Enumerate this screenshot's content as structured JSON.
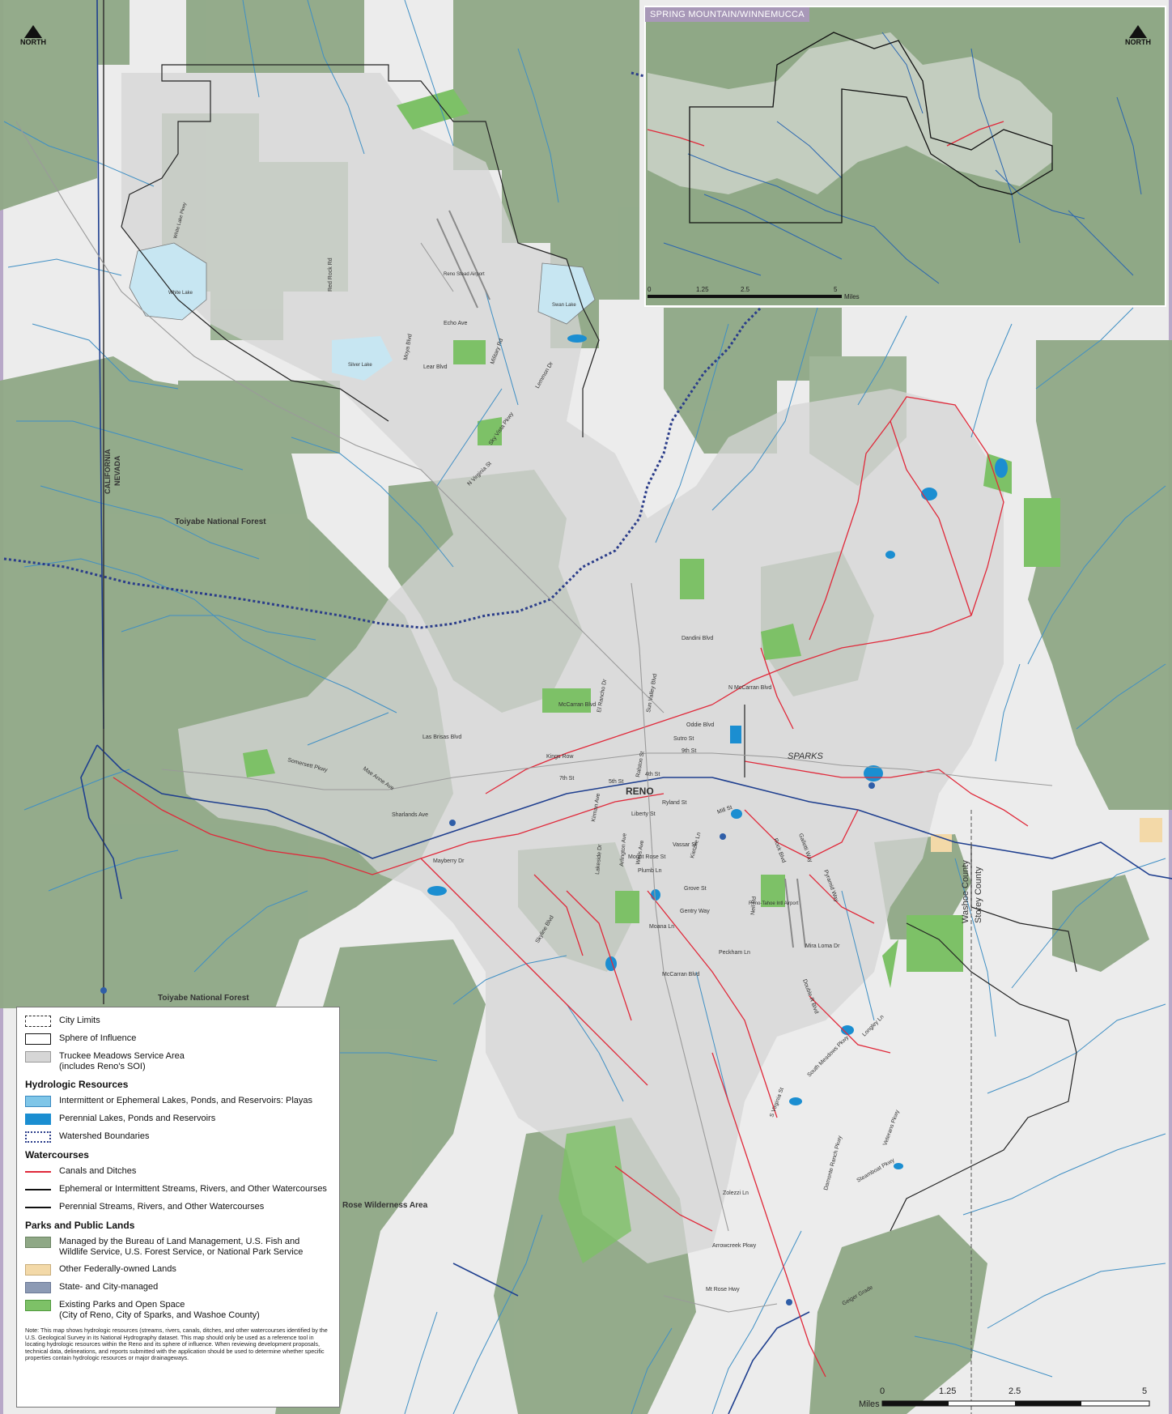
{
  "colors": {
    "background": "#ececec",
    "federal_lands": "#8fa886",
    "parks": "#7dc167",
    "service_area": "#d4d4d4",
    "intermittent_lakes": "#c7e6f2",
    "perennial_lakes": "#1b8ed1",
    "canals": "#e0293a",
    "ephemeral_streams": "#3f8fc4",
    "perennial_streams": "#1f3f8f",
    "watershed": "#2b3d8a",
    "other_federal": "#f3d9a8",
    "state_city": "#8c9ab4",
    "inset_title_bg": "#a898b8"
  },
  "inset": {
    "title": "SPRING MOUNTAIN/WINNEMUCCA",
    "north_label": "NORTH",
    "scale_labels": [
      "0",
      "1.25",
      "2.5",
      "5",
      "Miles"
    ]
  },
  "main_map": {
    "north_label": "NORTH",
    "scale_labels": [
      "0",
      "1.25",
      "2.5",
      "5"
    ],
    "scale_unit": "Miles"
  },
  "place_labels": {
    "reno": "RENO",
    "sparks": "SPARKS",
    "toiyabe_1": "Toiyabe National Forest",
    "toiyabe_2": "Toiyabe National Forest",
    "rose_wilderness": "Rose Wilderness Area",
    "washoe_county": "Washoe County",
    "storey_county": "Storey County",
    "california": "CALIFORNIA",
    "nevada": "NEVADA",
    "white_lake": "White Lake",
    "silver_lake": "Silver Lake",
    "swan_lake": "Swan Lake",
    "reno_stead_airport": "Reno Stead Airport",
    "reno_tahoe_airport": "Reno-Tahoe Intl Airport"
  },
  "road_labels": {
    "red_rock_rd": "Red Rock Rd",
    "echo_ave": "Echo Ave",
    "lear_blvd": "Lear Blvd",
    "moya_blvd": "Moya Blvd",
    "military_rd": "Military Rd",
    "lemmon_dr": "Lemmon Dr",
    "n_virginia_st": "N Virginia St",
    "sky_vista_pkwy": "Sky Vista Pkwy",
    "white_lake_pkwy": "White Lake Pkwy",
    "dandini_blvd": "Dandini Blvd",
    "mccarran_blvd": "McCarran Blvd",
    "las_brisas_blvd": "Las Brisas Blvd",
    "kings_row": "Kings Row",
    "7th_st": "7th St",
    "5th_st": "5th St",
    "4th_st": "4th St",
    "oddie_blvd": "Oddie Blvd",
    "9th_st": "9th St",
    "sutro_st": "Sutro St",
    "wells_ave": "Wells Ave",
    "mill_st": "Mill St",
    "ryland_st": "Ryland St",
    "liberty_st": "Liberty St",
    "vassar_st": "Vassar St",
    "mount_rose_st": "Mount Rose St",
    "plumb_ln": "Plumb Ln",
    "grove_st": "Grove St",
    "gentry_way": "Gentry Way",
    "moana_ln": "Moana Ln",
    "peckham_ln": "Peckham Ln",
    "mccarran_blvd_s": "McCarran Blvd",
    "mira_loma_dr": "Mira Loma Dr",
    "kietzke_ln": "Kietzke Ln",
    "lakeside_dr": "Lakeside Dr",
    "arlington_ave": "Arlington Ave",
    "mayberry_dr": "Mayberry Dr",
    "skyline_blvd": "Skyline Blvd",
    "somersett_pkwy": "Somersett Pkwy",
    "mae_anne_ave": "Mae Anne Ave",
    "sharlands_ave": "Sharlands Ave",
    "zolezzi_ln": "Zolezzi Ln",
    "arrowcreek_pkwy": "Arrowcreek Pkwy",
    "mt_rose_hwy": "Mt Rose Hwy",
    "s_virginia_st": "S Virginia St",
    "geiger_grade": "Geiger Grade",
    "double_r_blvd": "Double R Blvd",
    "kirman_ave": "Kirman Ave",
    "ralston_st": "Ralston St",
    "sun_valley_blvd": "Sun Valley Blvd",
    "neil_rd": "Neil Rd",
    "n_mccarran_blvd": "N McCarran Blvd",
    "el_rancho_dr": "El Rancho Dr",
    "pyramid_way": "Pyramid Way",
    "rock_blvd": "Rock Blvd",
    "galletti_way": "Galletti Way",
    "steamboat_pkwy": "Steamboat Pkwy",
    "longley_ln": "Longley Ln",
    "veterans_pkwy": "Veterans Pkwy",
    "damonte_ranch_pkwy": "Damonte Ranch Pkwy",
    "south_meadows_pkwy": "South Meadows Pkwy"
  },
  "legend": {
    "city_limits": "City Limits",
    "sphere": "Sphere of Influence",
    "service_area": "Truckee Meadows Service Area\n(includes Reno's SOI)",
    "hydro_head": "Hydrologic Resources",
    "intermittent": "Intermittent or Ephemeral Lakes, Ponds, and Reservoirs: Playas",
    "perennial_lakes": "Perennial Lakes, Ponds and Reservoirs",
    "watershed": "Watershed Boundaries",
    "water_head": "Watercourses",
    "canals": "Canals and Ditches",
    "ephemeral": "Ephemeral or Intermittent Streams, Rivers, and Other Watercourses",
    "perennial_streams": "Perennial Streams, Rivers, and Other Watercourses",
    "parks_head": "Parks and Public Lands",
    "blm": "Managed by the Bureau of Land Management, U.S. Fish and\nWildlife Service, U.S. Forest Service, or National Park Service",
    "other_federal": "Other Federally-owned Lands",
    "state_city": "State- and City-managed",
    "existing_parks": "Existing Parks and Open Space\n(City of Reno, City of Sparks, and Washoe County)",
    "note": "Note: This map shows hydrologic resources (streams, rivers, canals, ditches, and other watercourses identified by the U.S. Geological Survey in its National Hydrography dataset. This map should only be used as a reference tool in locating hydrologic resources within the Reno and its sphere of influence. When reviewing development proposals, technical data, delineations, and reports submitted with the application should be used to determine whether specific properties contain hydrologic resources or major drainageways."
  }
}
